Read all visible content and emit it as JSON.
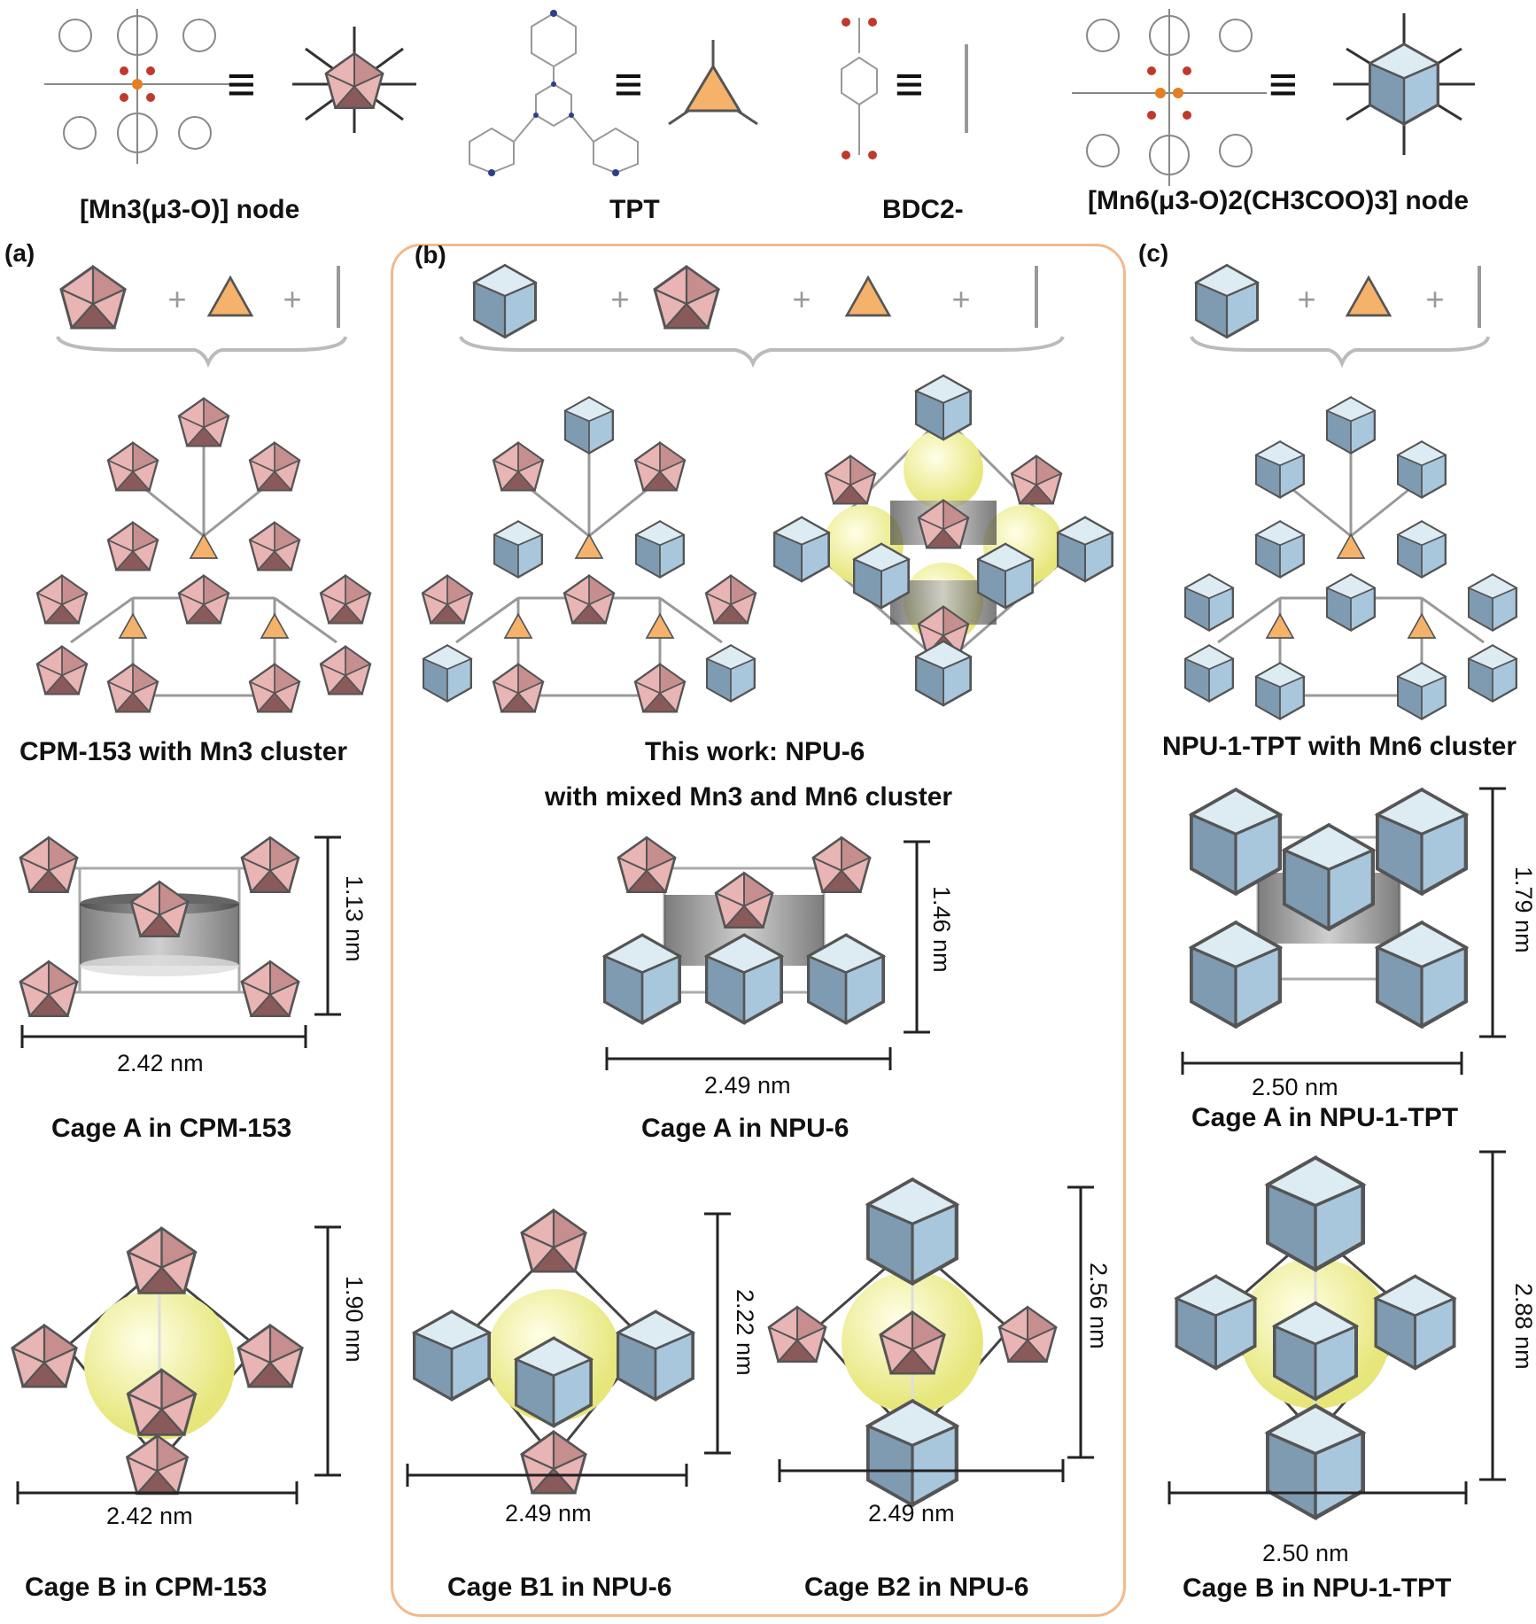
{
  "legend": {
    "mn3_node": "[Mn3(μ3-O)] node",
    "tpt": "TPT",
    "bdc": "BDC2-",
    "mn6_node": "[Mn6(μ3-O)2(CH3COO)3] node"
  },
  "panels": {
    "a": {
      "letter": "(a)",
      "framework_caption": "CPM-153 with Mn3 cluster",
      "cage_a": {
        "caption": "Cage A in CPM-153",
        "width": "2.42 nm",
        "height": "1.13 nm"
      },
      "cage_b": {
        "caption": "Cage B in CPM-153",
        "width": "2.42 nm",
        "height": "1.90 nm"
      }
    },
    "b": {
      "letter": "(b)",
      "framework_caption_1": "This work: NPU-6",
      "framework_caption_2": "with mixed Mn3 and Mn6 cluster",
      "cage_a": {
        "caption": "Cage A in NPU-6",
        "width": "2.49 nm",
        "height": "1.46 nm"
      },
      "cage_b1": {
        "caption": "Cage B1 in NPU-6",
        "width": "2.49 nm",
        "height": "2.22 nm"
      },
      "cage_b2": {
        "caption": "Cage B2 in NPU-6",
        "width": "2.49 nm",
        "height": "2.56 nm"
      }
    },
    "c": {
      "letter": "(c)",
      "framework_caption": "NPU-1-TPT with Mn6 cluster",
      "cage_a": {
        "caption": "Cage A in NPU-1-TPT",
        "width": "2.50 nm",
        "height": "1.79 nm"
      },
      "cage_b": {
        "caption": "Cage B in NPU-1-TPT",
        "width": "2.50 nm",
        "height": "2.88 nm"
      }
    }
  },
  "symbols": {
    "plus": "+",
    "equiv": "≡"
  },
  "colors": {
    "mn3_pink": "#e8b4b4",
    "mn3_dark": "#9a6868",
    "mn6_blue": "#a9c7dc",
    "mn6_dark": "#6d8aa0",
    "tpt_orange": "#f5b26b",
    "cage_sphere": "#f3f3a0",
    "frame_b": "#f2b98d"
  }
}
